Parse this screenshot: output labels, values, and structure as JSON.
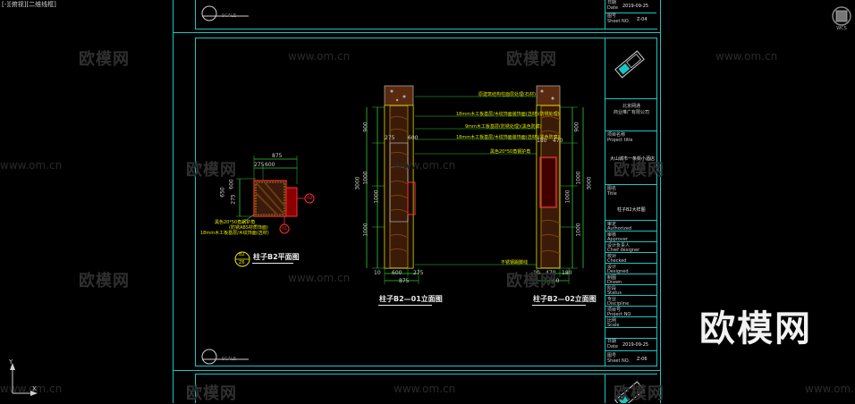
{
  "viewport": {
    "label": "[-][俯视][二维线框]"
  },
  "top_title_block": {
    "date_label": "日期",
    "date_label_en": "Date",
    "date": "2019-09-25",
    "sheet_label": "图号",
    "sheet_label_en": "Sheet NO.",
    "sheet_no": "Z-04"
  },
  "bottom_title_block": {
    "date_label": "日期",
    "date_label_en": "Date",
    "date": "2019-09-25",
    "sheet_label": "图号",
    "sheet_label_en": "Sheet NO.",
    "sheet_no": "Z-06"
  },
  "scale_tag": "SCALE",
  "title_block": {
    "company": "北京网通\n商业推广有限公司",
    "project_label": "项目名称",
    "project_label_en": "Project title",
    "project_name": "大山城市一条街小酒店",
    "drawing_label": "图名",
    "drawing_label_en": "Title",
    "drawing_name": "柱子B2大样图",
    "rows": [
      {
        "cn": "审定",
        "en": "Authorized"
      },
      {
        "cn": "审核",
        "en": "Approver"
      },
      {
        "cn": "设计负责人",
        "en": "Chief designer"
      },
      {
        "cn": "校对",
        "en": "Checked"
      },
      {
        "cn": "设计",
        "en": "Designed"
      },
      {
        "cn": "制图",
        "en": "Drawn"
      },
      {
        "cn": "阶段",
        "en": "Status"
      },
      {
        "cn": "专业",
        "en": "Discipline"
      },
      {
        "cn": "项目号",
        "en": "Project NO."
      },
      {
        "cn": "比例",
        "en": "Scale"
      }
    ]
  },
  "plan": {
    "title": "柱子B2平面图",
    "badge_top": "B2",
    "badge_bottom": "Z6",
    "dims_top": [
      "875",
      "275",
      "600"
    ],
    "dims_left": [
      "600",
      "275",
      "650"
    ],
    "callout_right": "02",
    "callout_bottom": "01",
    "notes": [
      "黑色20*50角钢护角",
      "(防锈ABS材质饰面)",
      "18mm木工板基层/木纹饰面(选材)"
    ]
  },
  "elevation1": {
    "title": "柱子B2—01立面图",
    "dims_left": [
      "900",
      "1000",
      "1000",
      "1000"
    ],
    "dim_total_left": "3000",
    "dims_top": [
      "275",
      "600"
    ],
    "dims_bottom": [
      "600",
      "275"
    ],
    "dim_total_bottom": "875",
    "dim_left_bottom": "10"
  },
  "elevation2": {
    "title": "柱子B2—02立面图",
    "dims_right": [
      "900",
      "1000",
      "1000",
      "1000"
    ],
    "dim_total_right": "3000",
    "dims_top": [
      "180",
      "470"
    ],
    "dims_bottom": [
      "470",
      "180"
    ],
    "dim_total_bottom": "650",
    "dim_left_bottom": "10"
  },
  "annotations": [
    "原建筑结构柱面层处理(石材)",
    "18mm木工板基层/木纹饰面装饰面(选材)(防锈处理)",
    "9mm木工板基层(防锈处理)(黑色防腐)",
    "18mm木工板基层/木纹饰面装饰面(选材)(黑色防腐)",
    "黑色20*50角钢护角",
    "不锈钢踢脚线"
  ],
  "watermarks": {
    "brand": "欧模网",
    "url": "www.om.cn",
    "big": "欧模网"
  },
  "ucs": {
    "y": "Y",
    "x": "X"
  },
  "colors": {
    "cyan": "#19c6c6",
    "yellow": "#e6e600",
    "red": "#ff3030",
    "green": "#33cc33"
  }
}
